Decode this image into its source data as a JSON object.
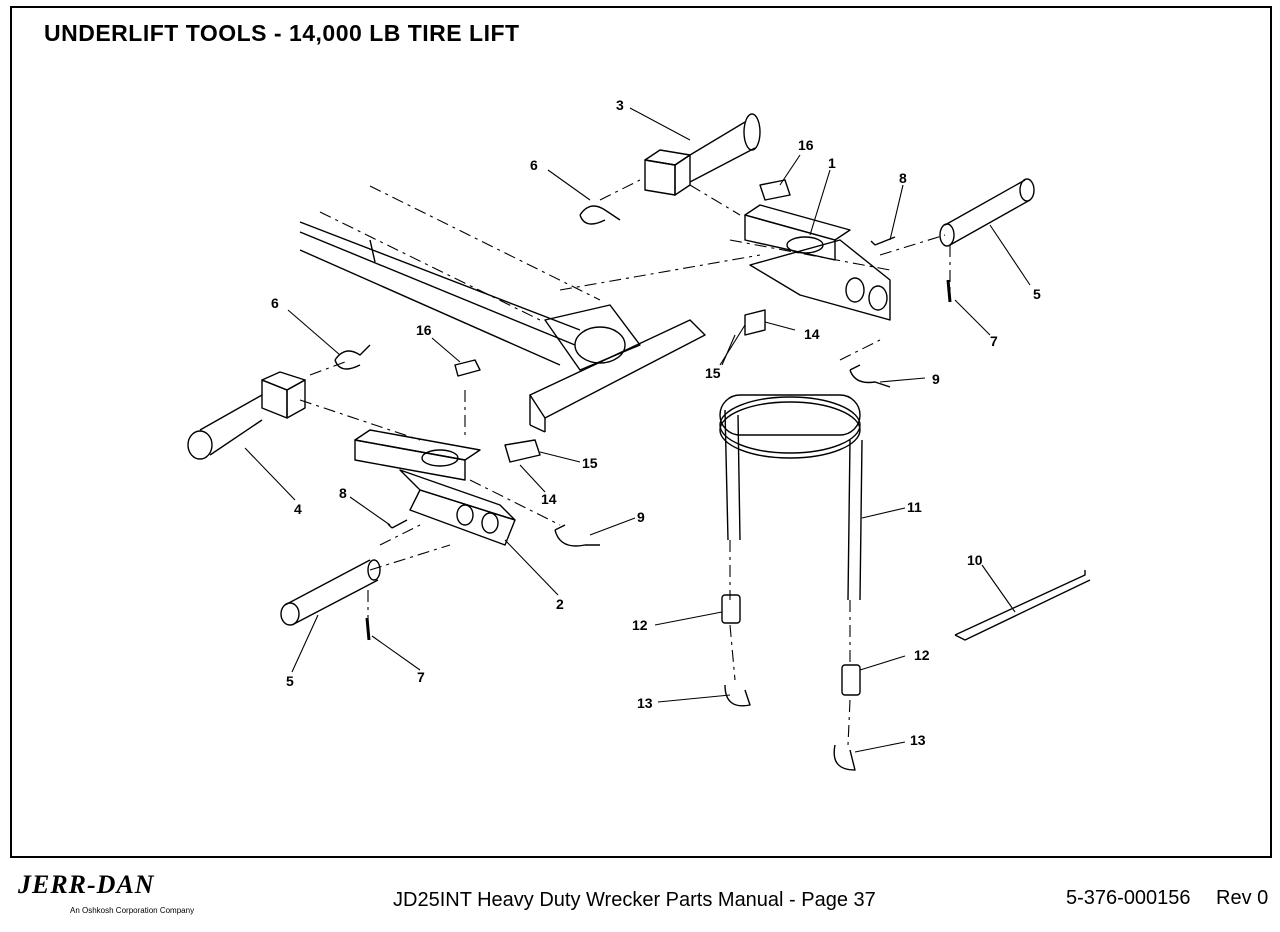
{
  "page": {
    "title": "UNDERLIFT TOOLS - 14,000 LB TIRE LIFT"
  },
  "footer": {
    "logo": "JERR-DAN",
    "logo_subtitle": "An Oshkosh Corporation Company",
    "manual": "JD25INT Heavy Duty Wrecker Parts Manual  -  Page 37",
    "doc_number": "5-376-000156",
    "revision": "Rev 0"
  },
  "callouts": [
    "1",
    "2",
    "3",
    "4",
    "5",
    "5",
    "6",
    "6",
    "7",
    "7",
    "8",
    "8",
    "9",
    "9",
    "10",
    "11",
    "12",
    "12",
    "13",
    "13",
    "14",
    "14",
    "15",
    "15",
    "16",
    "16"
  ]
}
